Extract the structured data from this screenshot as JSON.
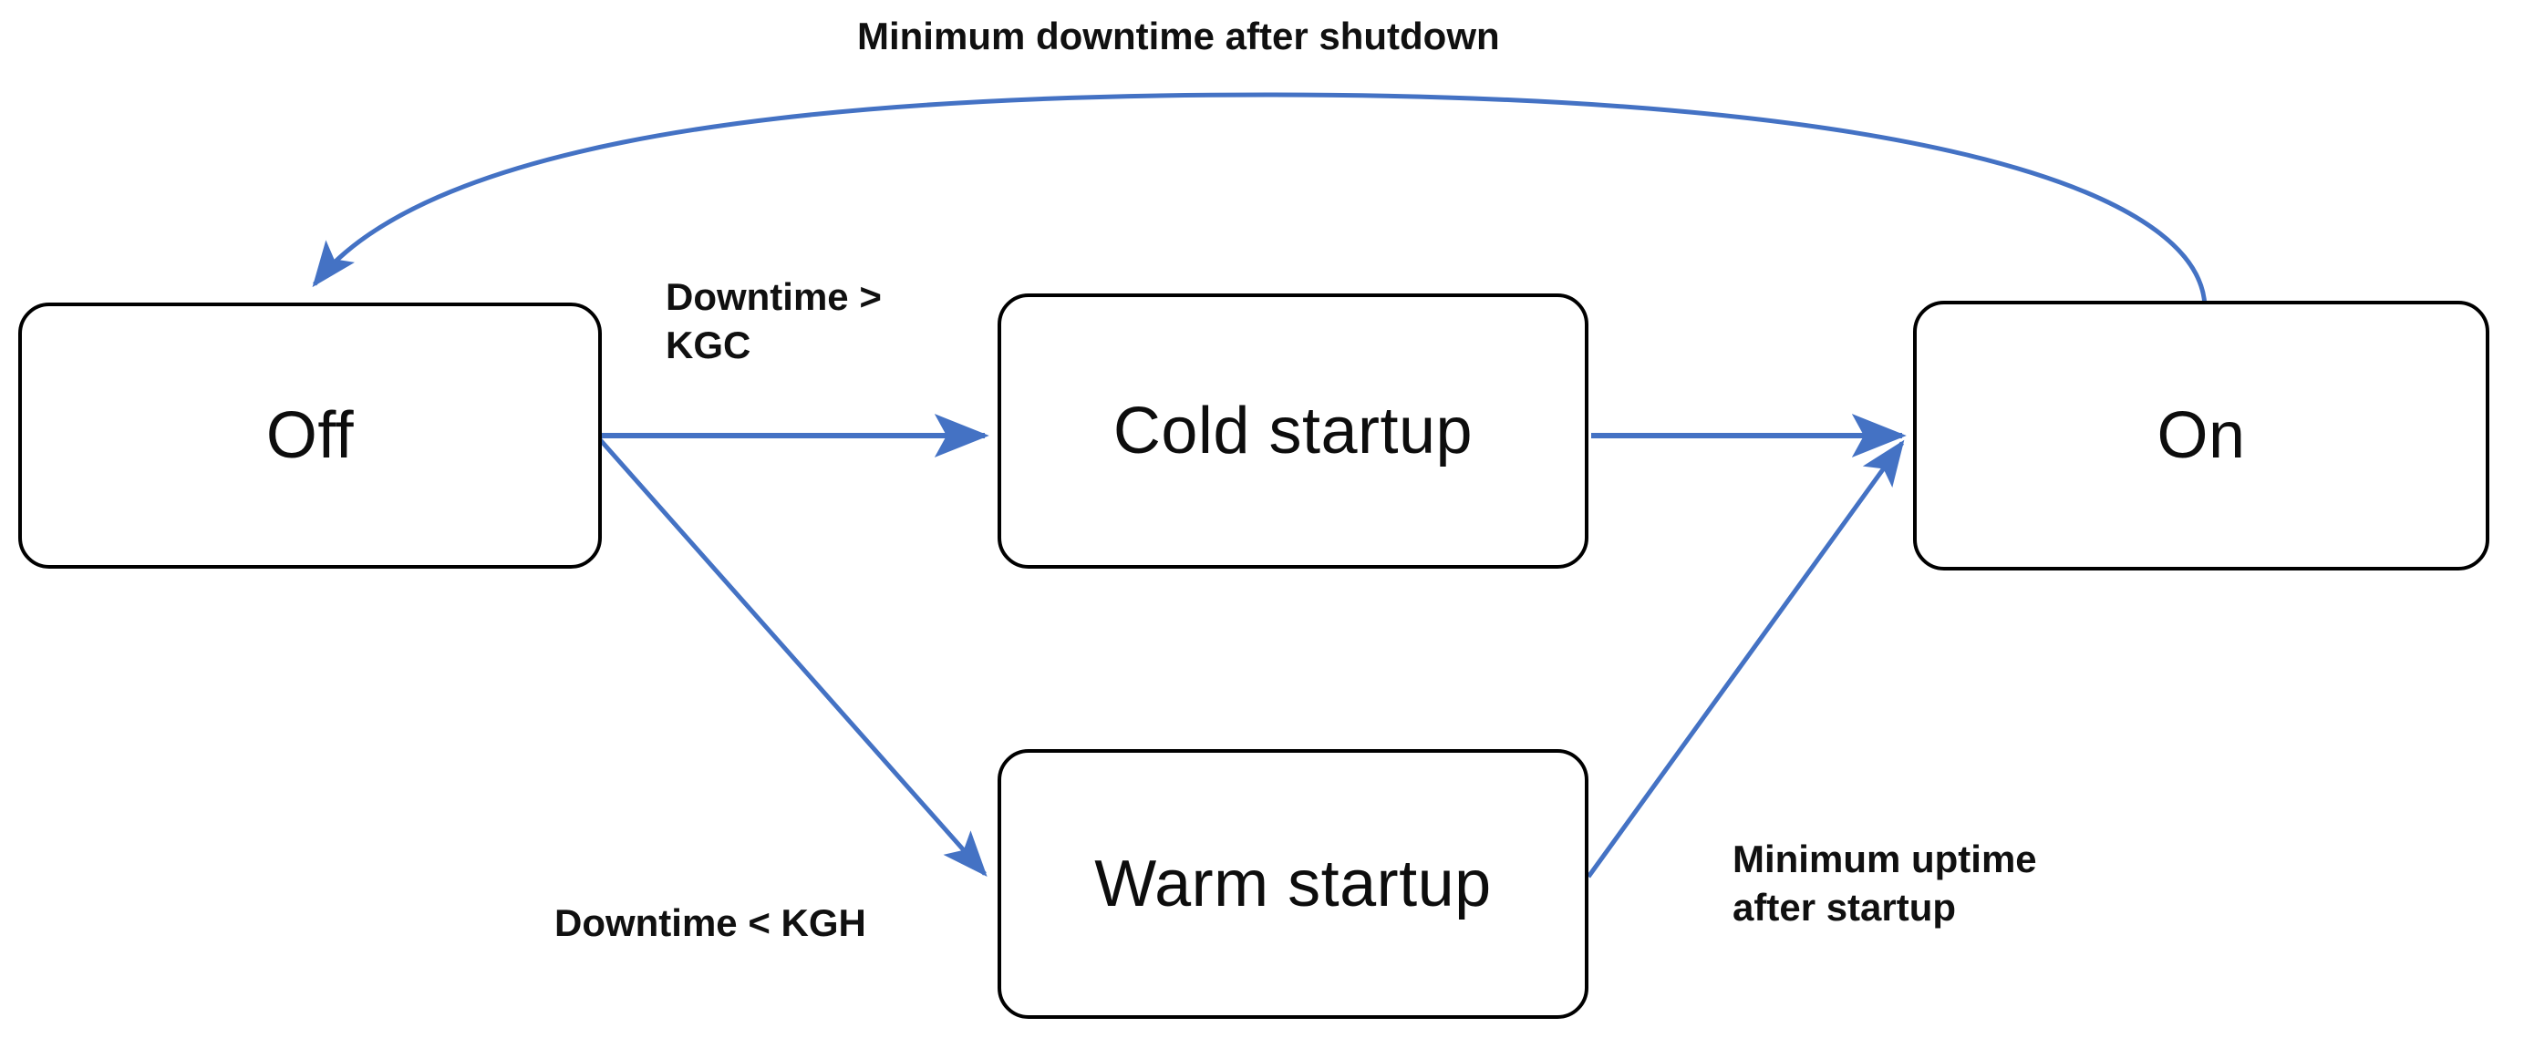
{
  "diagram": {
    "title_text": "Minimum downtime after shutdown",
    "accent_color": "#4472C4",
    "node_border_color": "#000000",
    "text_color": "#101010",
    "nodes": [
      {
        "id": "off",
        "label": "Off"
      },
      {
        "id": "cold",
        "label": "Cold startup"
      },
      {
        "id": "on",
        "label": "On"
      },
      {
        "id": "warm",
        "label": "Warm startup"
      }
    ],
    "edge_labels": [
      {
        "id": "min-downtime-after-shutdown",
        "text": "Minimum downtime after shutdown"
      },
      {
        "id": "downtime-greater-kgc",
        "text": "Downtime >\nKGC"
      },
      {
        "id": "downtime-less-kgh",
        "text": "Downtime < KGH"
      },
      {
        "id": "min-uptime-after-startup",
        "text": "Minimum uptime\nafter startup"
      }
    ],
    "transitions": [
      {
        "from": "On",
        "to": "Off",
        "label": "Minimum downtime after shutdown",
        "style": "curved"
      },
      {
        "from": "Off",
        "to": "Cold startup",
        "label": "Downtime > KGC",
        "style": "straight"
      },
      {
        "from": "Off",
        "to": "Warm startup",
        "label": "Downtime < KGH",
        "style": "straight"
      },
      {
        "from": "Cold startup",
        "to": "On",
        "label": "",
        "style": "straight"
      },
      {
        "from": "Warm startup",
        "to": "On",
        "label": "Minimum uptime after startup",
        "style": "straight"
      }
    ]
  }
}
